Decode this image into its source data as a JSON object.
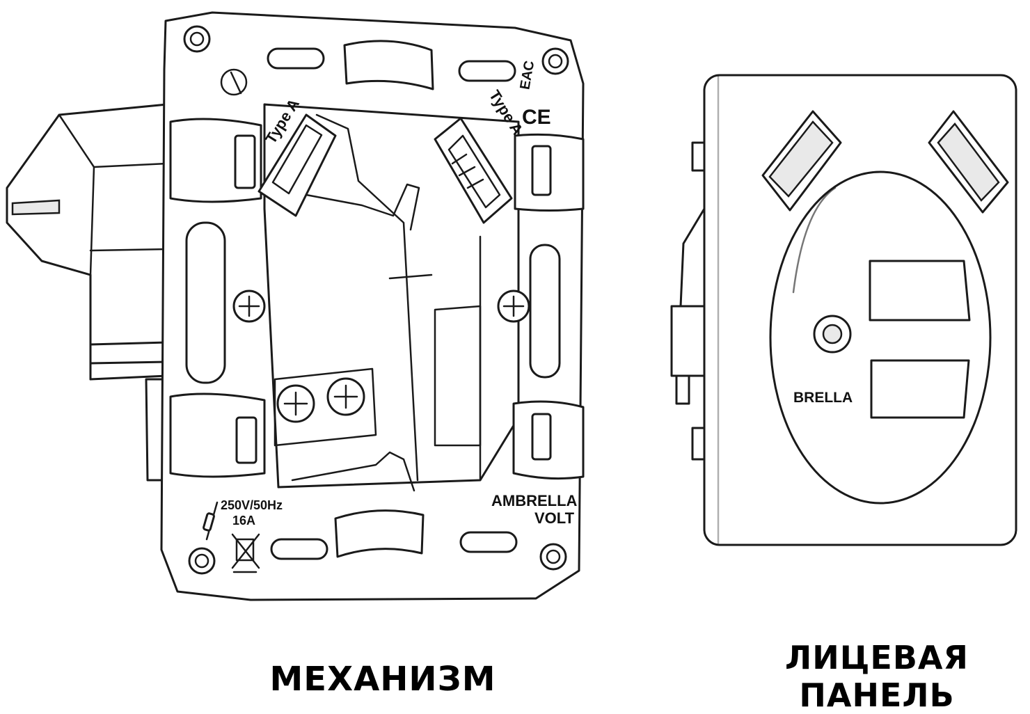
{
  "captions": {
    "mechanism": "МЕХАНИЗМ",
    "face_panel_line1": "ЛИЦЕВАЯ",
    "face_panel_line2": "ПАНЕЛЬ"
  },
  "mechanism_labels": {
    "usb_port_left": "Type A",
    "usb_port_right": "Type A",
    "certification_mark": "ЕАС",
    "ce_mark": "CE",
    "rating_voltage": "250V/50Hz",
    "rating_current": "16A",
    "brand_line1": "AMBRELLA",
    "brand_line2": "VOLT"
  },
  "panel_labels": {
    "brand": "BRELLA"
  }
}
